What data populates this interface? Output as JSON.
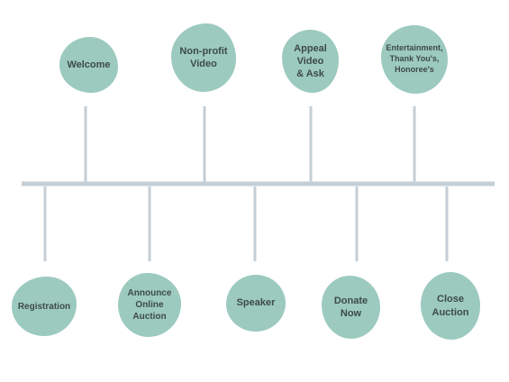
{
  "colors": {
    "line": "#c4cfd7",
    "blob": "#9ccabf",
    "text": "#3d4a48"
  },
  "top_events": [
    {
      "label": "Welcome"
    },
    {
      "label": "Non-profit\nVideo"
    },
    {
      "label": "Appeal\nVideo\n& Ask"
    },
    {
      "label": "Entertainment,\nThank You's,\nHonoree's"
    }
  ],
  "bottom_events": [
    {
      "label": "Registration"
    },
    {
      "label": "Announce\nOnline\nAuction"
    },
    {
      "label": "Speaker"
    },
    {
      "label": "Donate\nNow"
    },
    {
      "label": "Close\nAuction"
    }
  ]
}
